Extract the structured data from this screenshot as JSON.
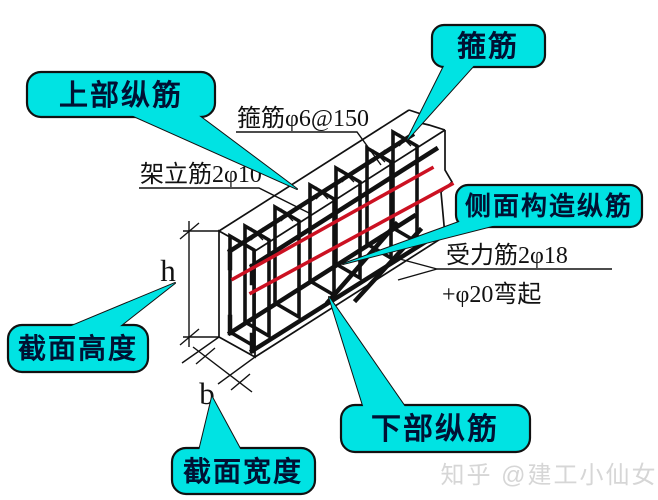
{
  "callouts": {
    "stirrup": "箍筋",
    "top_bars": "上部纵筋",
    "side_bars": "侧面构造纵筋",
    "bottom_bars": "下部纵筋",
    "section_height": "截面高度",
    "section_width": "截面宽度"
  },
  "annotations": {
    "stirrup_spec": "箍筋φ6@150",
    "erection_bar_spec": "架立筋2φ10",
    "main_bar_spec_line1": "受力筋2φ18",
    "main_bar_spec_line2": "+φ20弯起",
    "dim_height": "h",
    "dim_width": "b"
  },
  "watermark": "知乎 @建工小仙女",
  "colors": {
    "callout_fill": "#00e3e3",
    "rebar_red": "#cc1122",
    "line_black": "#111111",
    "watermark_gray": "#d6d6d6"
  }
}
